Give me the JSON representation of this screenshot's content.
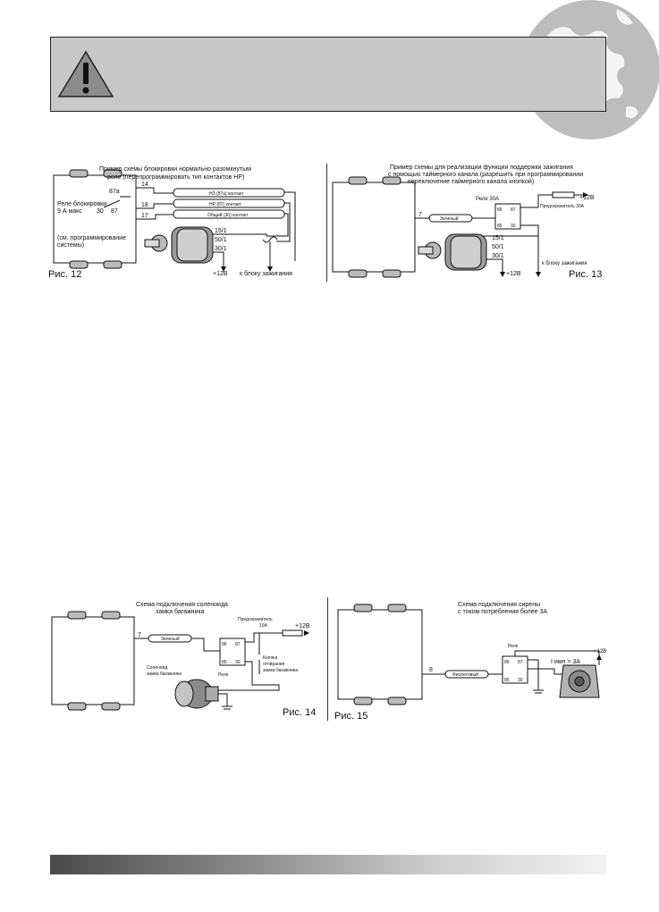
{
  "fig12": {
    "title_line1": "Пример схемы блокировки нормально разомкнутым",
    "title_line2": "реле (перепрограммировать тип контактов НР)",
    "relay_label1": "Реле блокировки",
    "relay_label2": "9 А макс",
    "note1": "(см. программирование",
    "note2": "системы)",
    "pin_87a": "87a",
    "pin_30": "30",
    "pin_87": "87",
    "wire_14": "14",
    "wire_18": "18",
    "wire_17": "17",
    "contact_nz": "НЗ (87а) контакт",
    "contact_nr": "НР (87) контакт",
    "contact_common": "Общий (30) контакт",
    "sw_15": "15/1",
    "sw_50": "50/1",
    "sw_30": "30/1",
    "plus12": "+12В",
    "to_ignition": "к блоку зажигания",
    "caption": "Рис. 12"
  },
  "fig13": {
    "title_line1": "Пример схемы для реализации функции поддержки зажигания",
    "title_line2": "с помощью таймерного канала (разрешить при программировании",
    "title_line3": "переключение таймерного канала кнопкой)",
    "relay": "Реле 30А",
    "fuse": "Предохранитель 30А",
    "plus12": "+12В",
    "wire_7": "7",
    "wire_color": "Зеленый",
    "sw_15": "15/1",
    "sw_50": "50/1",
    "sw_30": "30/1",
    "plus12_bottom": "+12В",
    "to_ignition": "к блоку зажигания",
    "caption": "Рис. 13"
  },
  "fig14": {
    "title_line1": "Схема подключения соленоида",
    "title_line2": "замка багажника",
    "fuse1": "Предохранитель",
    "fuse2": "10А",
    "plus12": "+12В",
    "wire_7": "7",
    "wire_color": "Зеленый",
    "button1": "Кнопка",
    "button2": "отпирания",
    "button3": "замка багажника",
    "relay": "Реле",
    "solenoid1": "Соленоид",
    "solenoid2": "замка багажника",
    "caption": "Рис. 14"
  },
  "fig15": {
    "title_line1": "Схема подключения сирены",
    "title_line2": "с током потребления более 3А",
    "relay": "Реле",
    "wire_8": "8",
    "wire_color": "Фиолетовый",
    "current": "I имп > 3А",
    "plus12": "+12В",
    "caption": "Рис. 15"
  }
}
